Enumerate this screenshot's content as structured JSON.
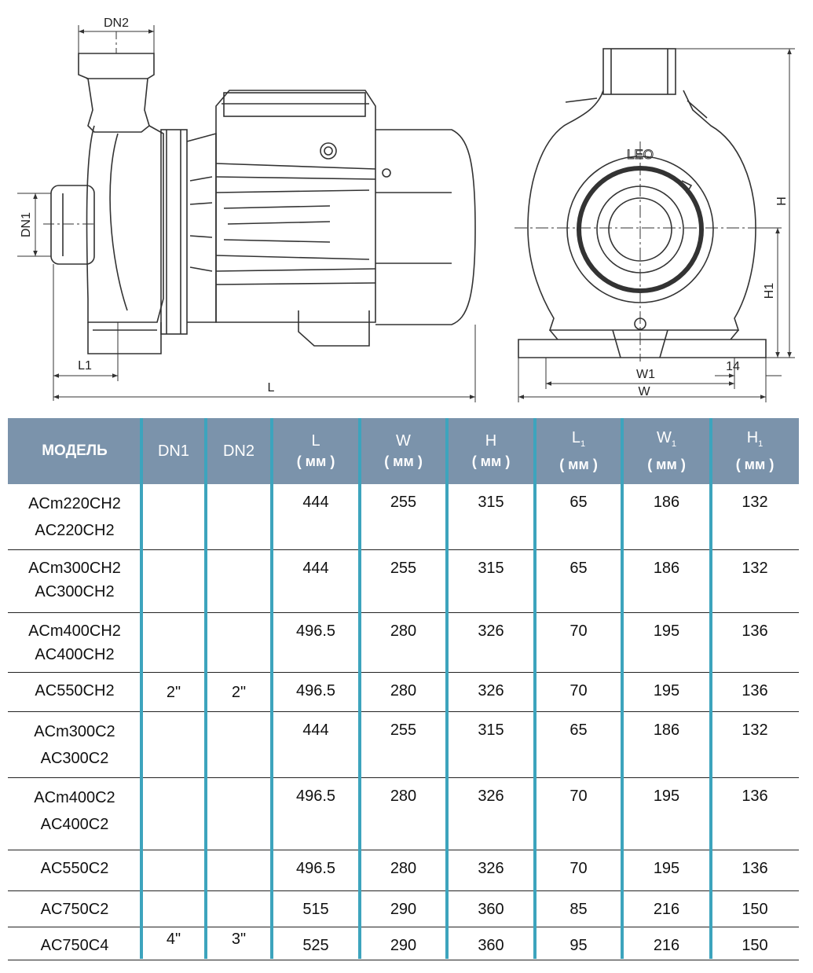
{
  "drawing": {
    "labels": {
      "dn2": "DN2",
      "dn1": "DN1",
      "l1": "L1",
      "l": "L",
      "h": "H",
      "h1": "H1",
      "w1": "W1",
      "w": "W",
      "w14": "14",
      "brand": "LEO"
    },
    "line_color": "#333333"
  },
  "table": {
    "header_color": "#7b93ab",
    "divider_color": "#3da4bd",
    "headers": {
      "model": "МОДЕЛЬ",
      "dn1": "DN1",
      "dn2": "DN2",
      "l": "L",
      "w": "W",
      "h": "H",
      "l1_main": "L",
      "l1_sub": "1",
      "w1_main": "W",
      "w1_sub": "1",
      "h1_main": "H",
      "h1_sub": "1",
      "unit": "( мм )"
    },
    "merged": {
      "dn1_main": "2\"",
      "dn2_main": "2\"",
      "dn1_last": "4\"",
      "dn2_last": "3\""
    },
    "rows": [
      {
        "model": [
          "ACm220CH2",
          "AC220CH2"
        ],
        "L": "444",
        "W": "255",
        "H": "315",
        "L1": "65",
        "W1": "186",
        "H1": "132"
      },
      {
        "model": [
          "ACm300CH2",
          "AC300CH2"
        ],
        "L": "444",
        "W": "255",
        "H": "315",
        "L1": "65",
        "W1": "186",
        "H1": "132"
      },
      {
        "model": [
          "ACm400CH2",
          "AC400CH2"
        ],
        "L": "496.5",
        "W": "280",
        "H": "326",
        "L1": "70",
        "W1": "195",
        "H1": "136"
      },
      {
        "model": [
          "AC550CH2"
        ],
        "L": "496.5",
        "W": "280",
        "H": "326",
        "L1": "70",
        "W1": "195",
        "H1": "136"
      },
      {
        "model": [
          "ACm300C2",
          "AC300C2"
        ],
        "L": "444",
        "W": "255",
        "H": "315",
        "L1": "65",
        "W1": "186",
        "H1": "132"
      },
      {
        "model": [
          "ACm400C2",
          "AC400C2"
        ],
        "L": "496.5",
        "W": "280",
        "H": "326",
        "L1": "70",
        "W1": "195",
        "H1": "136"
      },
      {
        "model": [
          "AC550C2"
        ],
        "L": "496.5",
        "W": "280",
        "H": "326",
        "L1": "70",
        "W1": "195",
        "H1": "136"
      },
      {
        "model": [
          "AC750C2"
        ],
        "L": "515",
        "W": "290",
        "H": "360",
        "L1": "85",
        "W1": "216",
        "H1": "150"
      },
      {
        "model": [
          "AC750C4"
        ],
        "L": "525",
        "W": "290",
        "H": "360",
        "L1": "95",
        "W1": "216",
        "H1": "150"
      }
    ]
  }
}
